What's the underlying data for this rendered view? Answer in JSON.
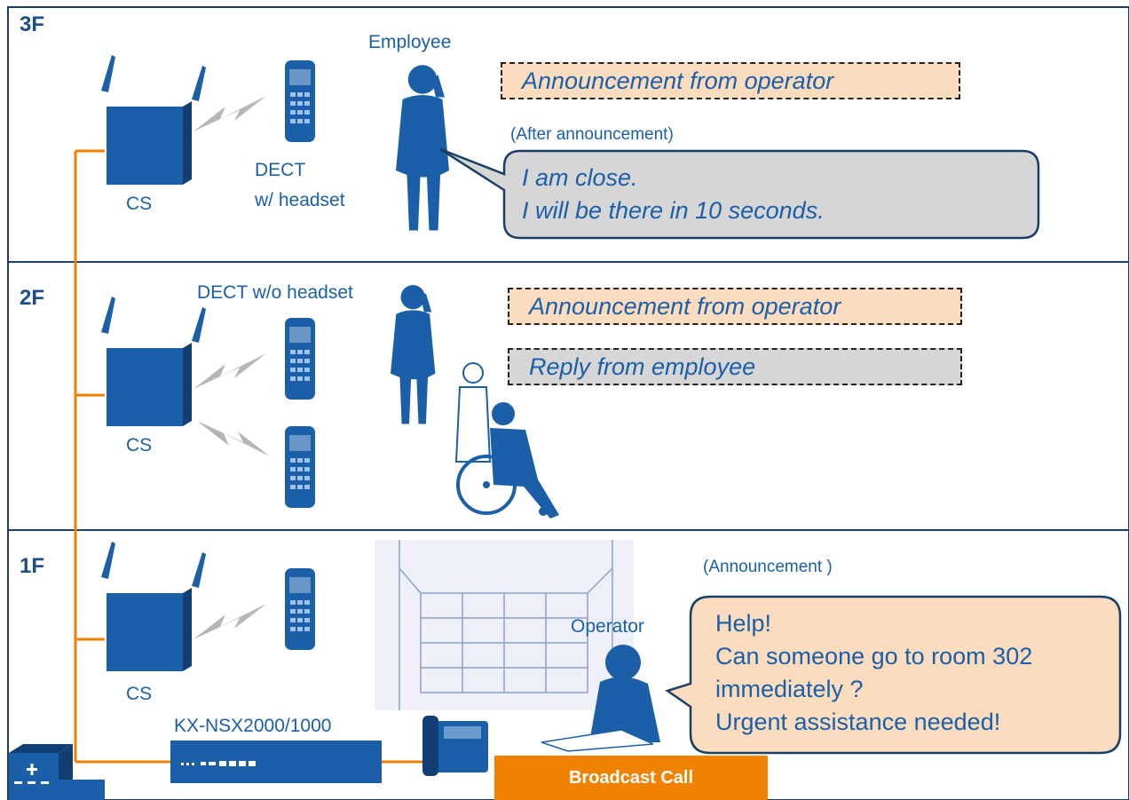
{
  "floors": {
    "f3": "3F",
    "f2": "2F",
    "f1": "1F"
  },
  "labels": {
    "employee": "Employee",
    "dect_line1": "DECT",
    "dect_line2": "w/ headset",
    "dect_no_headset": "DECT  w/o headset",
    "cs": "CS",
    "operator": "Operator",
    "pbx": "KX-NSX2000/1000",
    "after_announcement": "(After announcement)",
    "announcement": "(Announcement  )"
  },
  "boxes": {
    "announce_3f": "Announcement from operator",
    "announce_2f": "Announcement from operator",
    "reply_2f": "Reply from employee"
  },
  "reply_bubble": {
    "line1": "I am close.",
    "line2": "I will be there in 10 seconds."
  },
  "operator_bubble": {
    "line1": "Help!",
    "line2": "Can someone go to room 302",
    "line3": "immediately ?",
    "line4": "Urgent assistance needed!"
  },
  "broadcast_button": "Broadcast Call",
  "colors": {
    "frame": "#1a3f66",
    "device": "#1a5fa8",
    "wire": "#ef8200",
    "announce_fill": "#fbdcbf",
    "reply_fill": "#d6d6d6"
  }
}
